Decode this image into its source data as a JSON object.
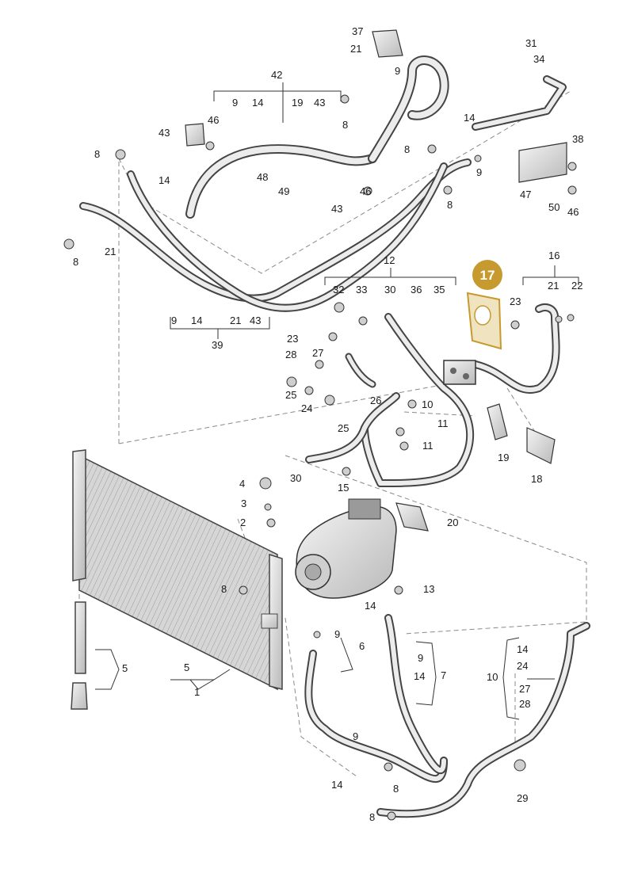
{
  "highlight": {
    "part": "17",
    "color": "#c69a2f"
  },
  "labels": [
    "37",
    "21",
    "9",
    "31",
    "34",
    "42",
    "9",
    "14",
    "19",
    "43",
    "8",
    "46",
    "43",
    "8",
    "48",
    "49",
    "14",
    "8",
    "9",
    "8",
    "38",
    "47",
    "50",
    "46",
    "46",
    "43",
    "14",
    "21",
    "8",
    "12",
    "17",
    "16",
    "32",
    "33",
    "30",
    "36",
    "35",
    "23",
    "21",
    "22",
    "9",
    "14",
    "21",
    "43",
    "39",
    "23",
    "27",
    "28",
    "25",
    "24",
    "26",
    "25",
    "10",
    "11",
    "11",
    "19",
    "18",
    "30",
    "15",
    "4",
    "3",
    "2",
    "20",
    "8",
    "13",
    "14",
    "9",
    "6",
    "5",
    "1",
    "5",
    "9",
    "14",
    "7",
    "10",
    "14",
    "24",
    "27",
    "28",
    "9",
    "8",
    "14",
    "8",
    "29"
  ]
}
